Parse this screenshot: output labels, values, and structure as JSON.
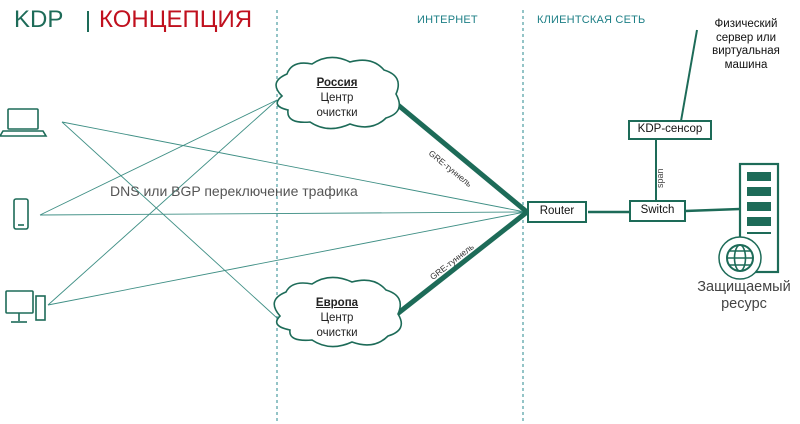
{
  "title": {
    "kdp": "KDP",
    "concept": "КОНЦЕПЦИЯ"
  },
  "zones": {
    "internet": "ИНТЕРНЕТ",
    "client": "КЛИЕНТСКАЯ СЕТЬ"
  },
  "clouds": {
    "russia": {
      "name": "Россия",
      "line1": "Центр",
      "line2": "очистки"
    },
    "europe": {
      "name": "Европа",
      "line1": "Центр",
      "line2": "очистки"
    }
  },
  "labels": {
    "dns": "DNS или BGP переключение трафика",
    "gre_top": "GRE-туннель",
    "gre_bottom": "GRE-туннель",
    "router": "Router",
    "switch": "Switch",
    "sensor": "KDP-сенсор",
    "span": "span",
    "server_note": "Физический сервер или виртуальная машина",
    "resource": "Защищаемый ресурс"
  },
  "colors": {
    "accent": "#1d6b58",
    "brand_red": "#c0101e",
    "zone_line": "#2a8a8f",
    "traffic_lines": "#3f8f85"
  },
  "icons": [
    "laptop-icon",
    "phone-icon",
    "desktop-icon",
    "server-icon",
    "globe-icon"
  ]
}
